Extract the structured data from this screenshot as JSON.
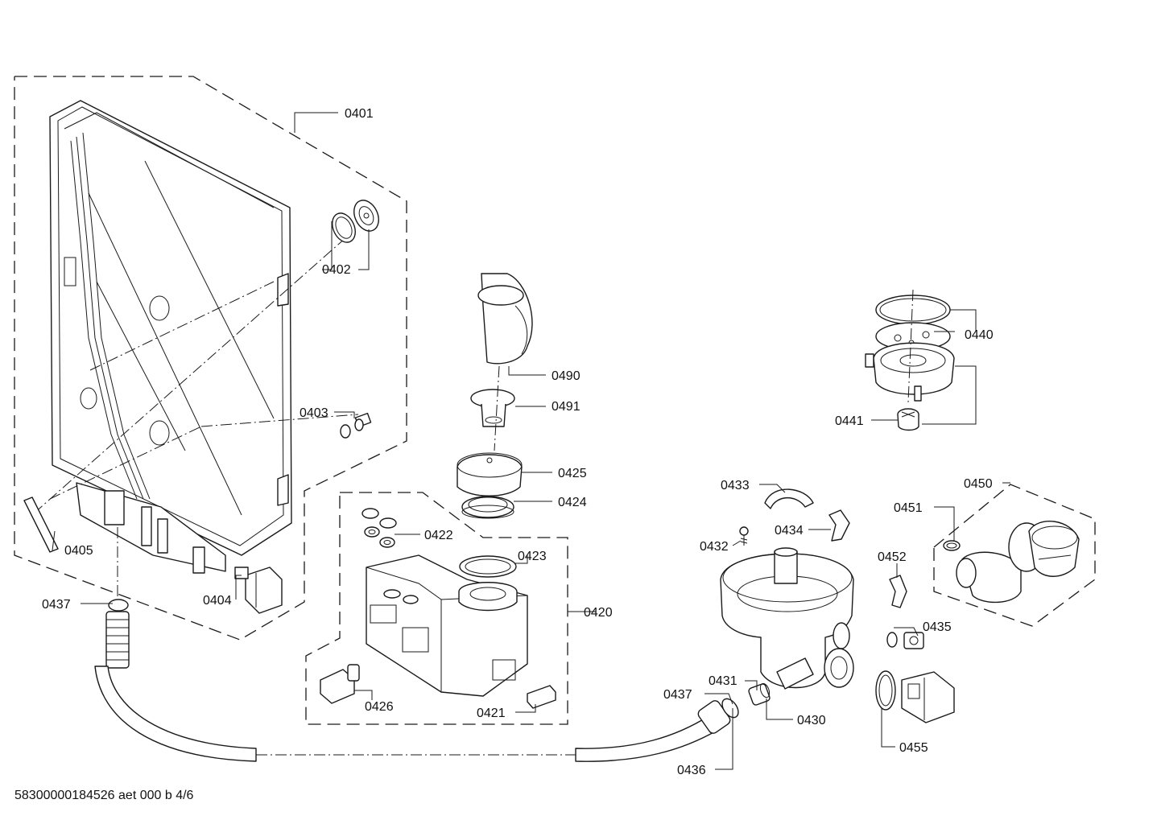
{
  "labels": {
    "p0401": "0401",
    "p0402": "0402",
    "p0403": "0403",
    "p0404": "0404",
    "p0405": "0405",
    "p0437a": "0437",
    "p0490": "0490",
    "p0491": "0491",
    "p0425": "0425",
    "p0424": "0424",
    "p0422": "0422",
    "p0423": "0423",
    "p0420": "0420",
    "p0426": "0426",
    "p0421": "0421",
    "p0440": "0440",
    "p0441": "0441",
    "p0433": "0433",
    "p0432": "0432",
    "p0434": "0434",
    "p0452": "0452",
    "p0451": "0451",
    "p0450": "0450",
    "p0435": "0435",
    "p0455": "0455",
    "p0431": "0431",
    "p0430": "0430",
    "p0437b": "0437",
    "p0436": "0436"
  },
  "footer": {
    "doc_ref": "58300000184526 aet 000 b 4/6"
  }
}
